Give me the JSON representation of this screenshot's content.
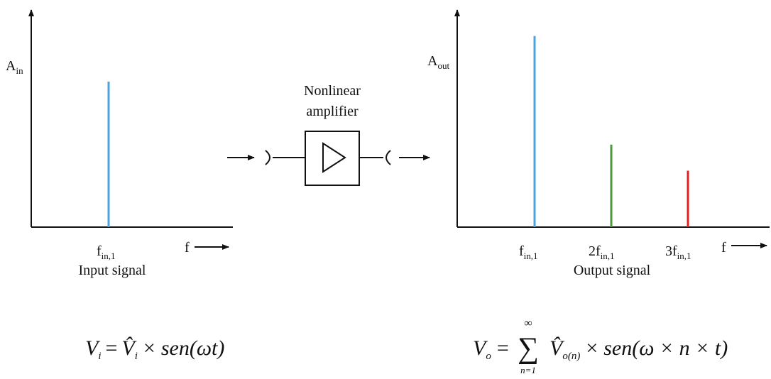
{
  "input_panel": {
    "y_axis_label": "A",
    "y_axis_label_sub": "in",
    "x_axis_label": "f",
    "tick_label": "f",
    "tick_label_sub": "in,1",
    "caption": "Input signal",
    "spectral_lines": [
      {
        "harmonic": 1,
        "relative_amplitude": 0.67,
        "color": "#4aa3df"
      }
    ]
  },
  "amplifier": {
    "label_line1": "Nonlinear",
    "label_line2": "amplifier"
  },
  "output_panel": {
    "y_axis_label": "A",
    "y_axis_label_sub": "out",
    "x_axis_label": "f",
    "caption": "Output signal",
    "ticks": [
      {
        "prefix": "",
        "label": "f",
        "sub": "in,1"
      },
      {
        "prefix": "2",
        "label": "f",
        "sub": "in,1"
      },
      {
        "prefix": "3",
        "label": "f",
        "sub": "in,1"
      }
    ],
    "spectral_lines": [
      {
        "harmonic": 1,
        "relative_amplitude": 0.88,
        "color": "#4aa3df"
      },
      {
        "harmonic": 2,
        "relative_amplitude": 0.38,
        "color": "#4a9a3a"
      },
      {
        "harmonic": 3,
        "relative_amplitude": 0.26,
        "color": "#e02020"
      }
    ]
  },
  "equations": {
    "input": {
      "lhs": "V",
      "lhs_sub": "i",
      "equals": "=",
      "amp": "V̂",
      "amp_sub": "i",
      "times": "×",
      "func": "sen",
      "arg": "(ωt)"
    },
    "output": {
      "lhs": "V",
      "lhs_sub": "o",
      "equals": "=",
      "sum": "∑",
      "sum_upper": "∞",
      "sum_lower": "n=1",
      "amp": "V̂",
      "amp_sub": "o(n)",
      "times": "×",
      "func": "sen",
      "arg": "(ω × n × t)"
    }
  }
}
